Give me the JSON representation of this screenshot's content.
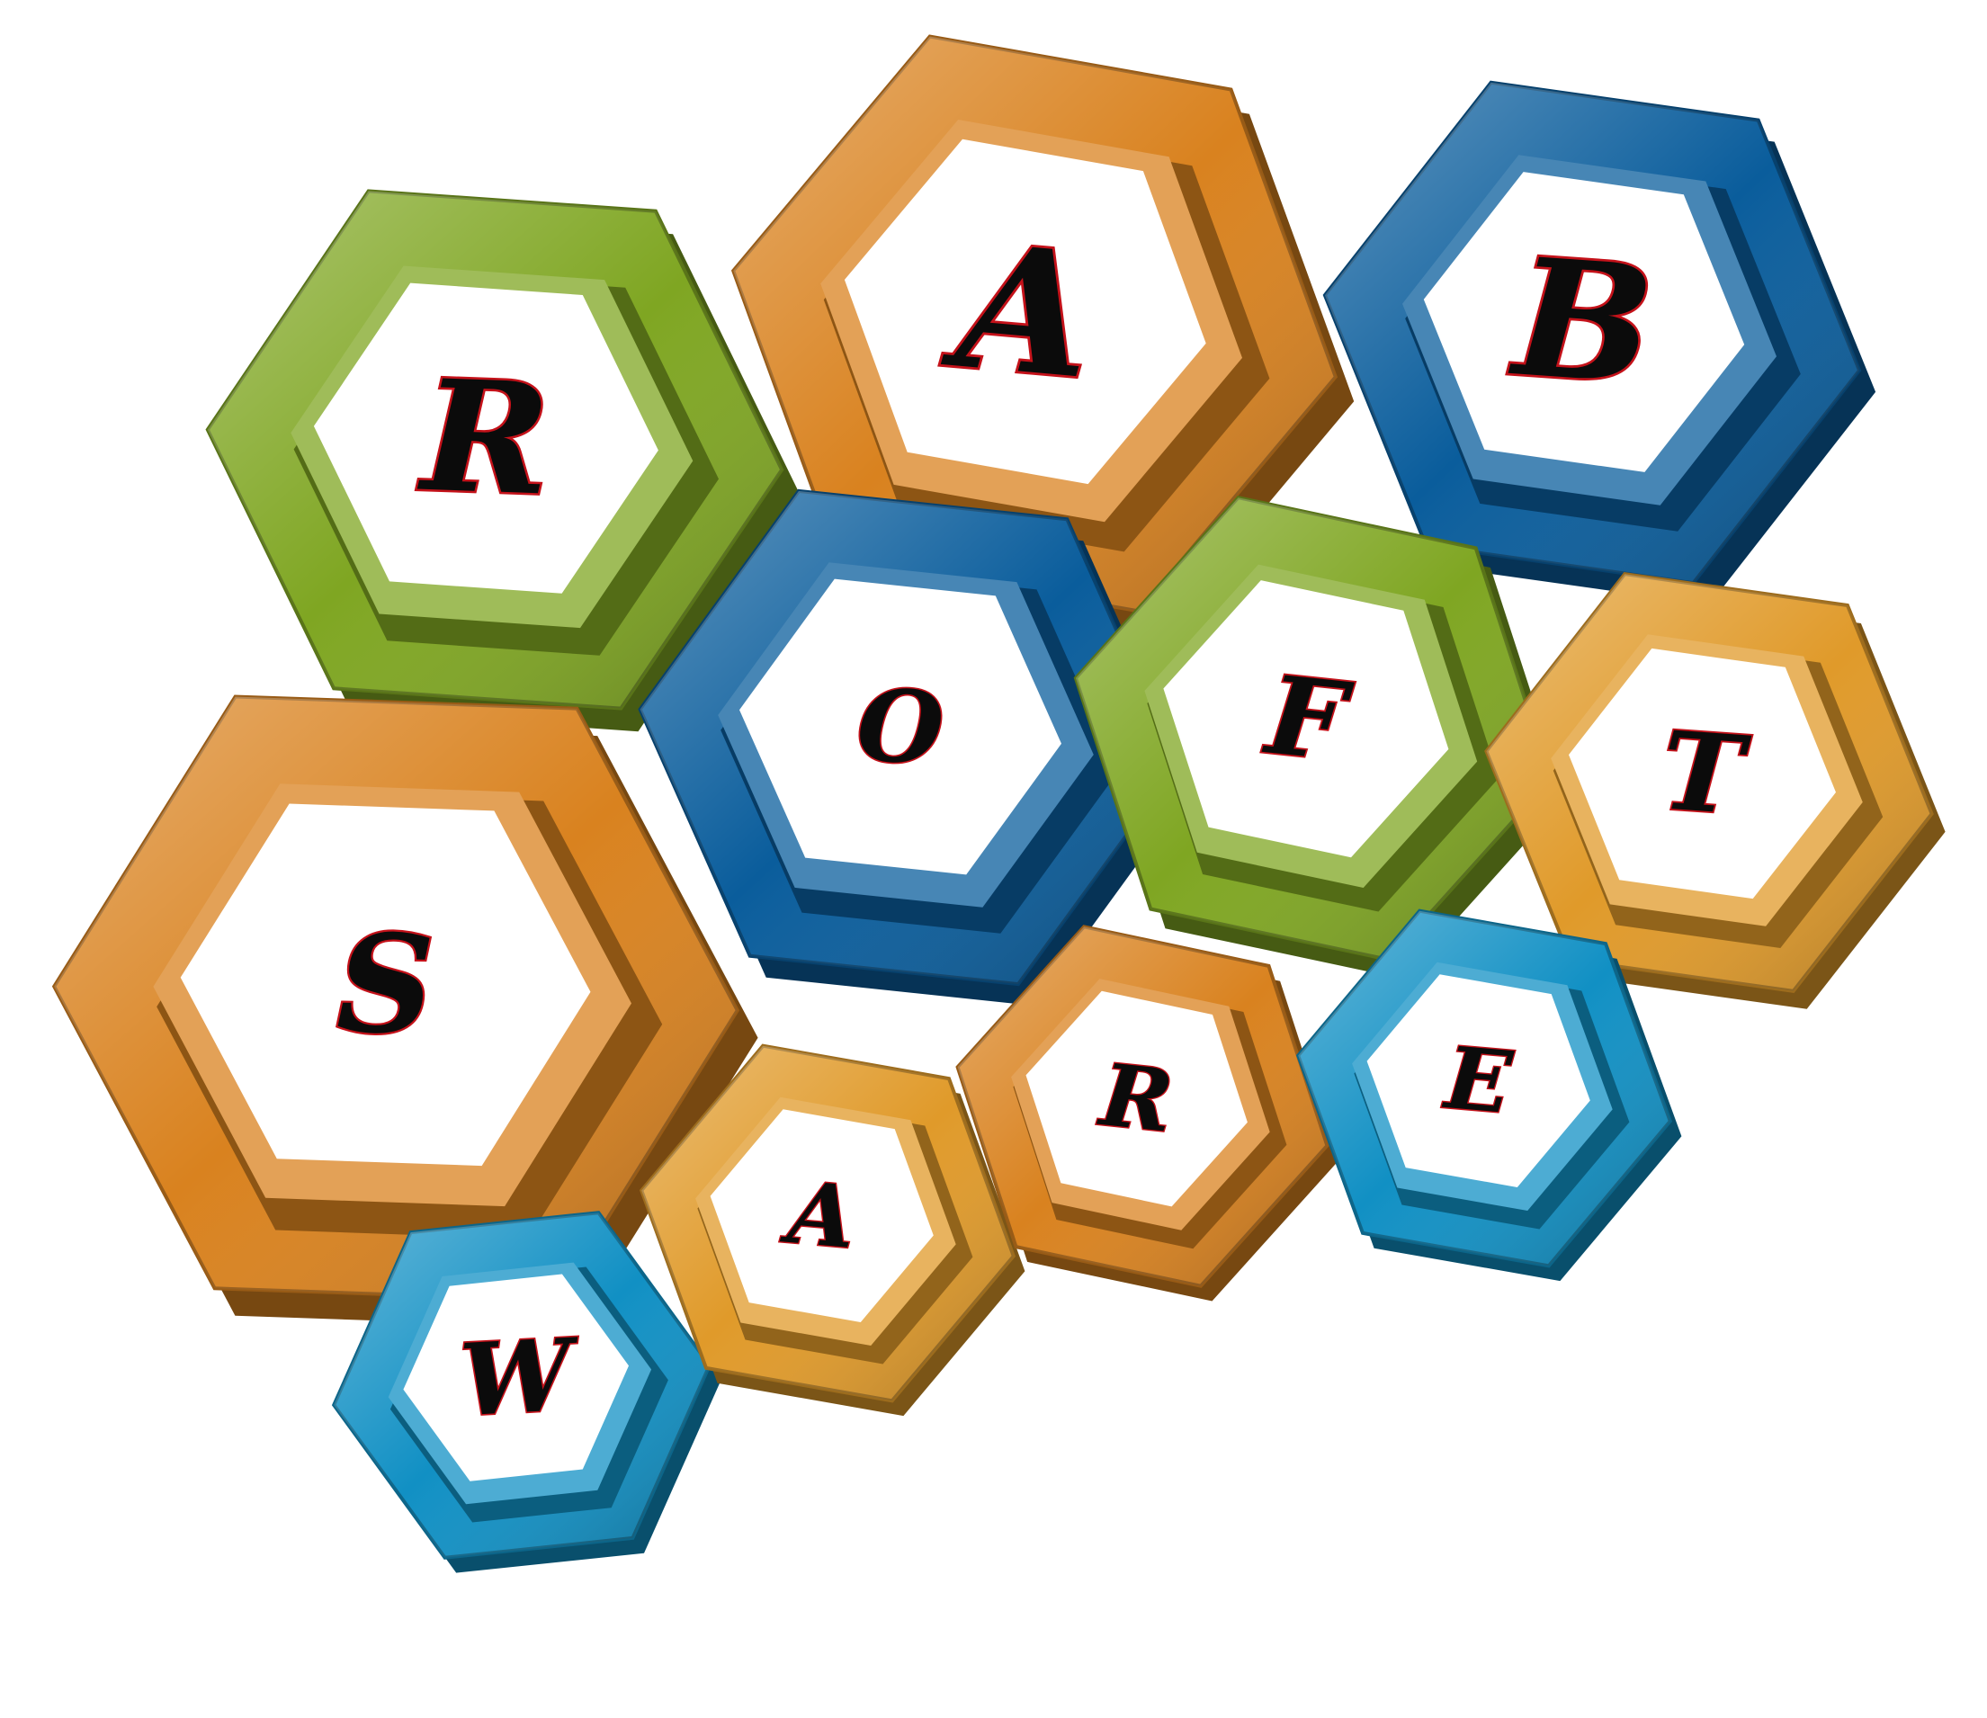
{
  "logo": {
    "words": [
      {
        "name": "rab",
        "letters": [
          "R",
          "A",
          "B"
        ]
      },
      {
        "name": "soft",
        "letters": [
          "S",
          "O",
          "F",
          "T"
        ]
      },
      {
        "name": "ware",
        "letters": [
          "W",
          "A",
          "R",
          "E"
        ]
      }
    ],
    "colors": {
      "green": "#7fa622",
      "orange": "#d9821f",
      "blue": "#0a5d9c",
      "amber": "#e09a2a",
      "cyan": "#1190c4",
      "letter_fill": "#0b0b0b",
      "letter_outline": "#c4121a",
      "background": "#ffffff"
    }
  }
}
